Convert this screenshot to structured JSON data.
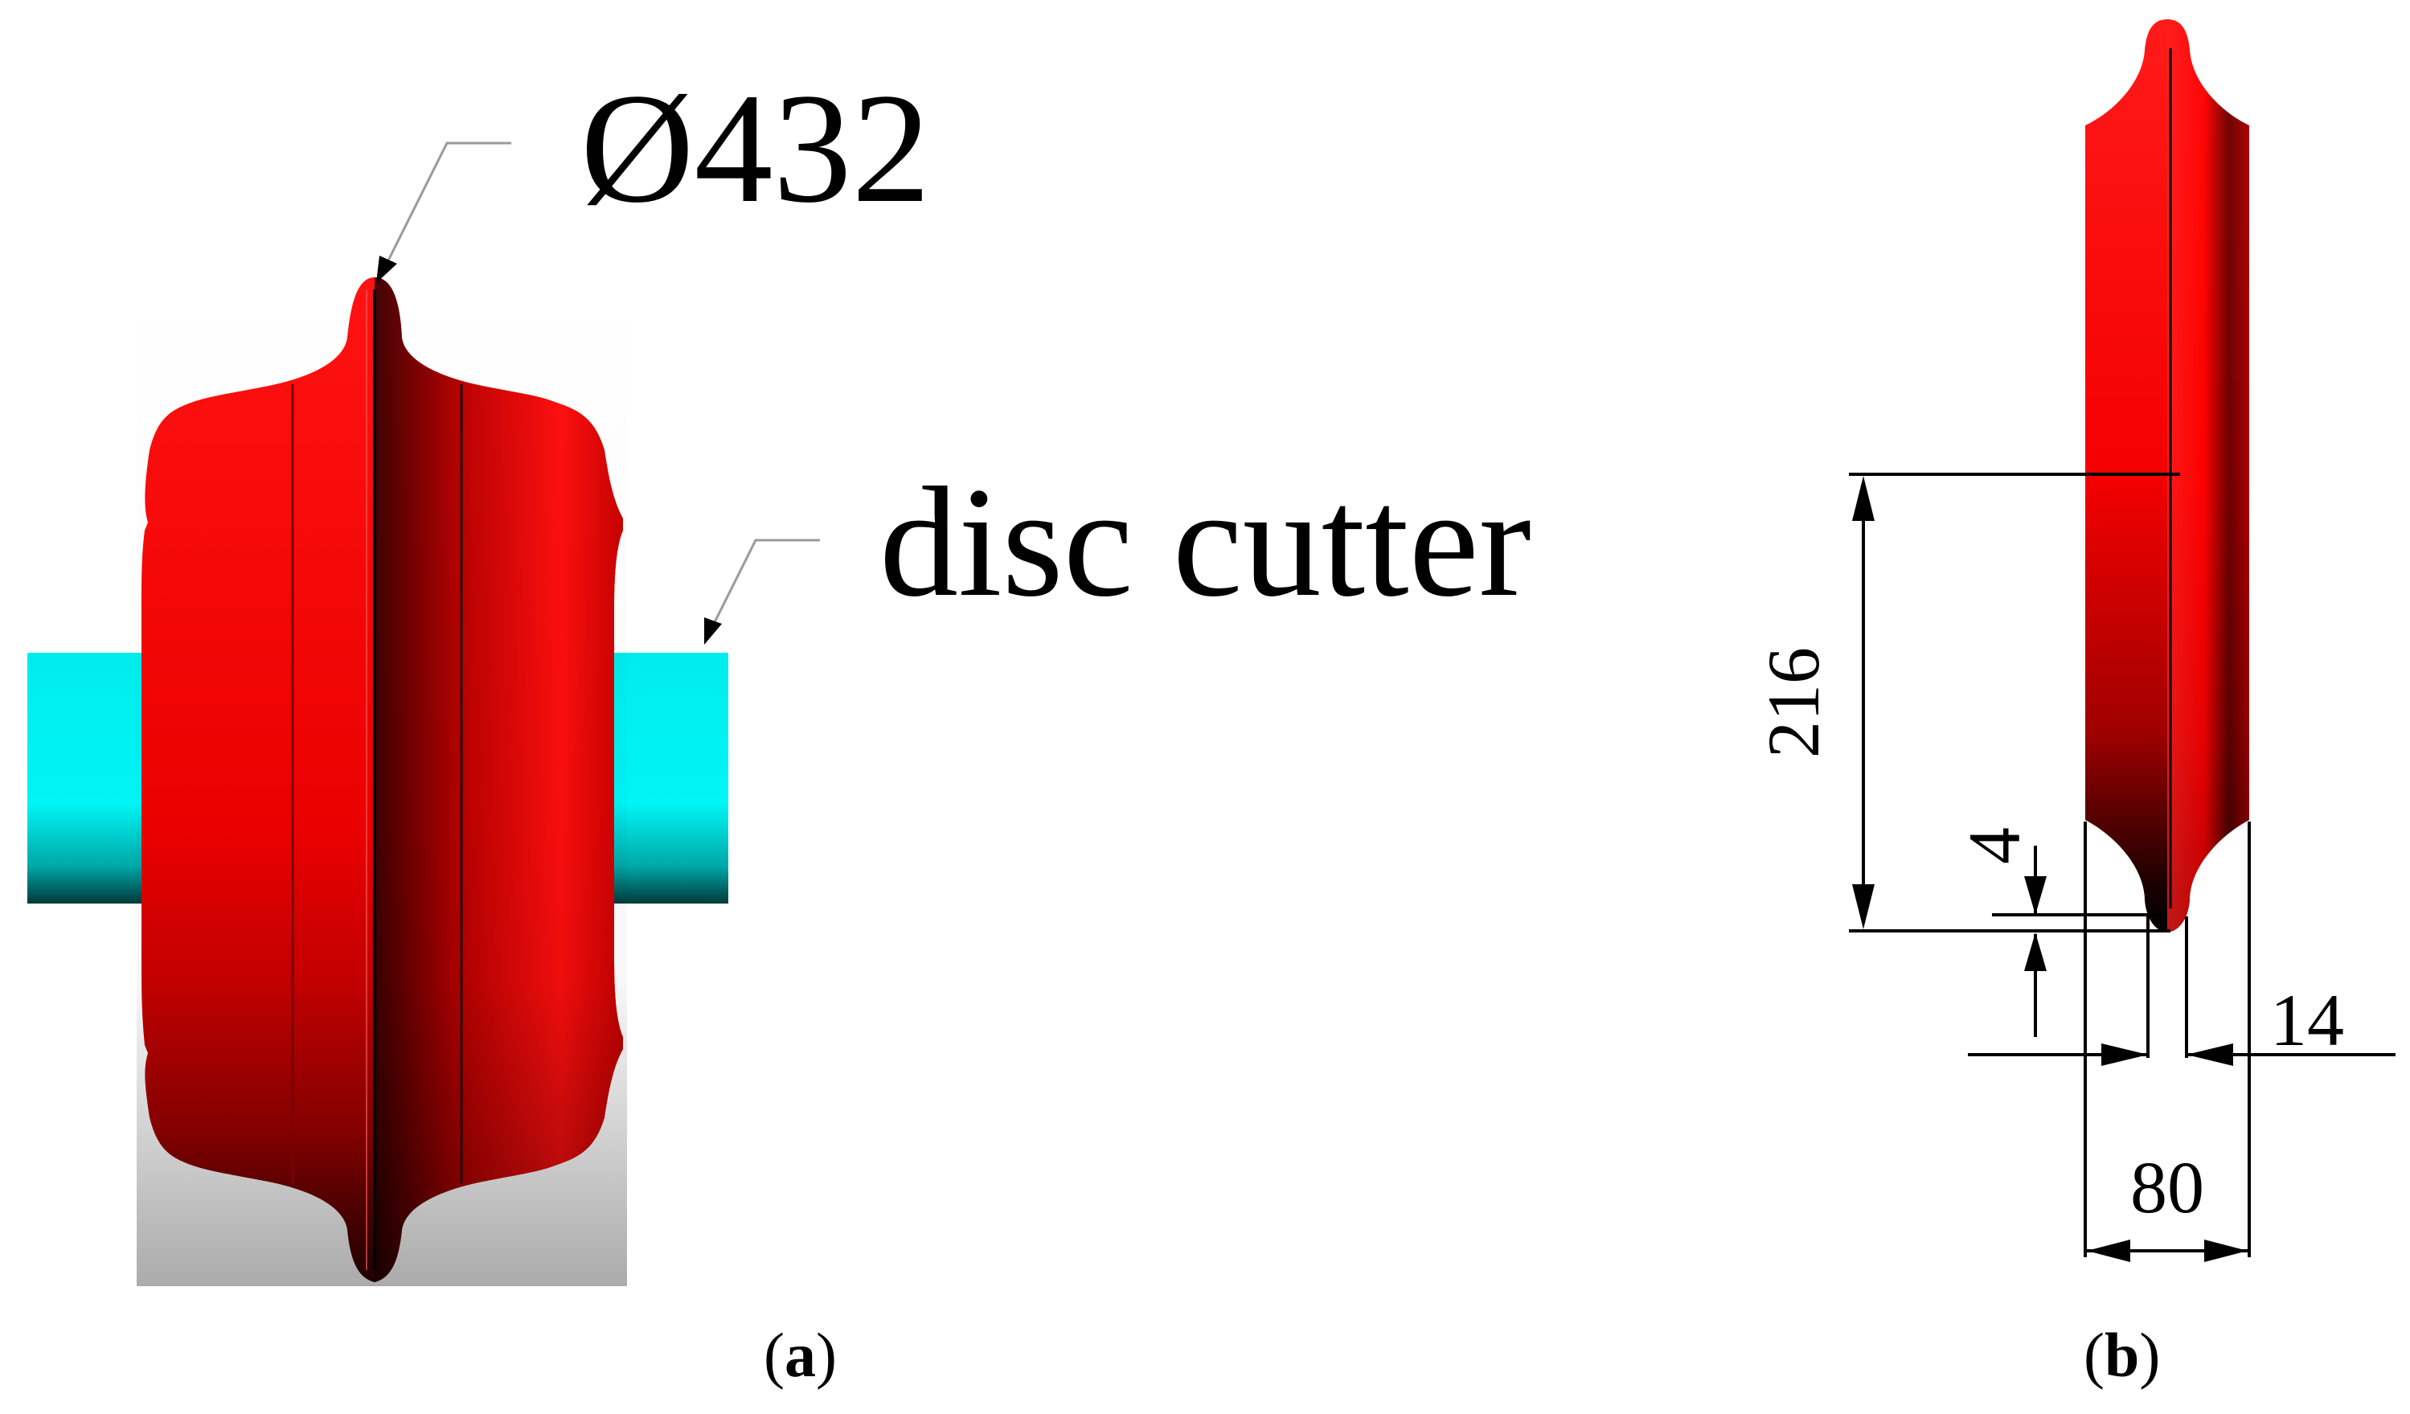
{
  "panel_a": {
    "diameter_label": "Ø432",
    "part_label": "disc cutter",
    "caption": {
      "open": "(",
      "letter": "a",
      "close": ")"
    }
  },
  "panel_b": {
    "dimensions": {
      "radius": "216",
      "tip_offset": "4",
      "tip_width": "14",
      "ring_width": "80"
    },
    "caption": {
      "open": "(",
      "letter": "b",
      "close": ")"
    }
  },
  "colors": {
    "cutter_body": "#ff1a1a",
    "cutter_shadow": "#000000",
    "shaft": "#00f0f0",
    "dimension_line": "#000000",
    "leader_line": "#9a9a9a"
  }
}
